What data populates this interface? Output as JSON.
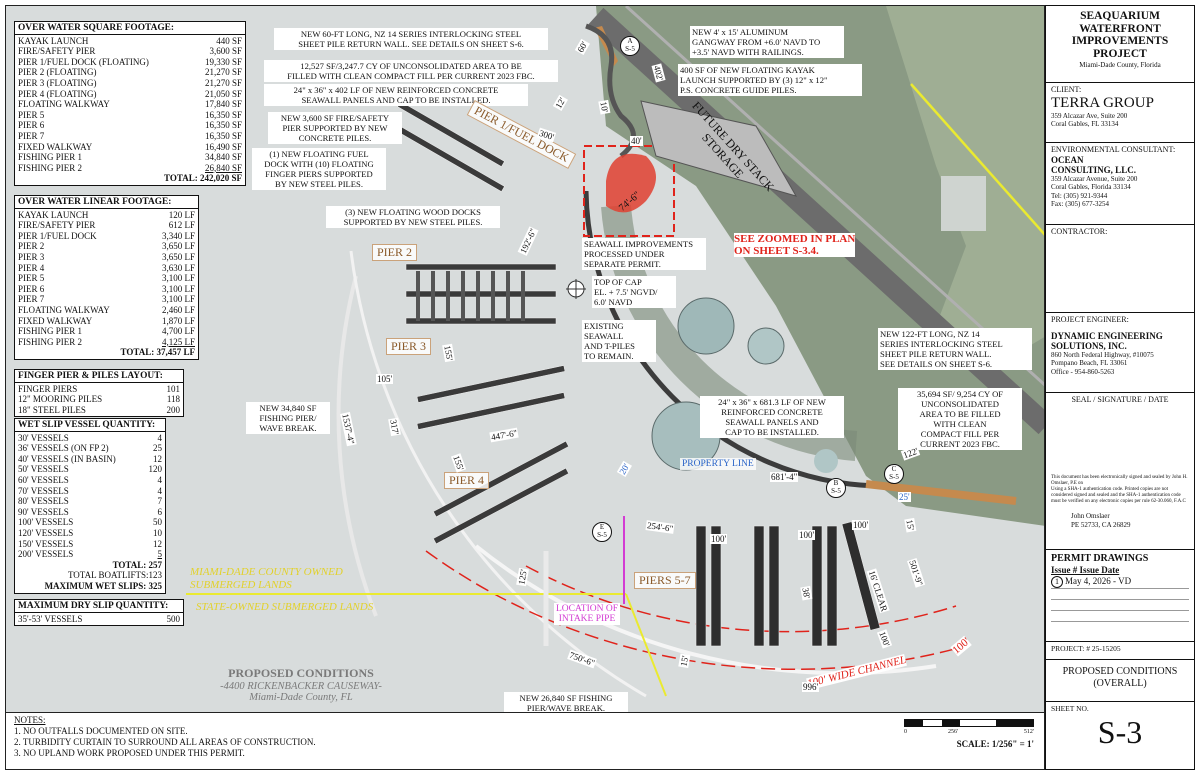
{
  "tables": {
    "square": {
      "title": "OVER WATER SQUARE FOOTAGE:",
      "rows": [
        [
          "KAYAK LAUNCH",
          "440 SF"
        ],
        [
          "FIRE/SAFETY PIER",
          "3,600 SF"
        ],
        [
          "PIER 1/FUEL DOCK (FLOATING)",
          "19,330 SF"
        ],
        [
          "PIER 2 (FLOATING)",
          "21,270 SF"
        ],
        [
          "PIER 3 (FLOATING)",
          "21,270 SF"
        ],
        [
          "PIER 4 (FLOATING)",
          "21,050 SF"
        ],
        [
          "FLOATING WALKWAY",
          "17,840 SF"
        ],
        [
          "PIER 5",
          "16,350 SF"
        ],
        [
          "PIER 6",
          "16,350 SF"
        ],
        [
          "PIER 7",
          "16,350 SF"
        ],
        [
          "FIXED WALKWAY",
          "16,490 SF"
        ],
        [
          "FISHING PIER 1",
          "34,840 SF"
        ],
        [
          "FISHING PIER 2",
          "26,840 SF"
        ]
      ],
      "total_label": "TOTAL:",
      "total_value": "242,020 SF"
    },
    "linear": {
      "title": "OVER WATER LINEAR FOOTAGE:",
      "rows": [
        [
          "KAYAK LAUNCH",
          "120 LF"
        ],
        [
          "FIRE/SAFETY PIER",
          "612 LF"
        ],
        [
          "PIER 1/FUEL DOCK",
          "3,340 LF"
        ],
        [
          "PIER 2",
          "3,650 LF"
        ],
        [
          "PIER 3",
          "3,650 LF"
        ],
        [
          "PIER 4",
          "3,630 LF"
        ],
        [
          "PIER 5",
          "3,100 LF"
        ],
        [
          "PIER 6",
          "3,100 LF"
        ],
        [
          "PIER 7",
          "3,100 LF"
        ],
        [
          "FLOATING WALKWAY",
          "2,460 LF"
        ],
        [
          "FIXED WALKWAY",
          "1,870 LF"
        ],
        [
          "FISHING PIER 1",
          "4,700 LF"
        ],
        [
          "FISHING PIER 2",
          "4,125 LF"
        ]
      ],
      "total_label": "TOTAL:",
      "total_value": "37,457 LF"
    },
    "piles": {
      "title": "FINGER PIER & PILES LAYOUT:",
      "rows": [
        [
          "FINGER PIERS",
          "101"
        ],
        [
          "12\" MOORING PILES",
          "118"
        ],
        [
          "18\" STEEL PILES",
          "200"
        ]
      ]
    },
    "wet": {
      "title": "WET SLIP VESSEL QUANTITY:",
      "rows": [
        [
          "30' VESSELS",
          "4"
        ],
        [
          "36' VESSELS (ON FP 2)",
          "25"
        ],
        [
          "40' VESSELS (IN BASIN)",
          "12"
        ],
        [
          "50' VESSELS",
          "120"
        ],
        [
          "60' VESSELS",
          "4"
        ],
        [
          "70' VESSELS",
          "4"
        ],
        [
          "80' VESSELS",
          "7"
        ],
        [
          "90' VESSELS",
          "6"
        ],
        [
          "100' VESSELS",
          "50"
        ],
        [
          "120' VESSELS",
          "10"
        ],
        [
          "150' VESSELS",
          "12"
        ],
        [
          "200' VESSELS",
          "5"
        ]
      ],
      "total_label": "TOTAL:",
      "total_value": "257",
      "boatlifts": "TOTAL BOATLIFTS:123",
      "max": "MAXIMUM WET SLIPS: 325"
    },
    "dry": {
      "title": "MAXIMUM DRY SLIP QUANTITY:",
      "rows": [
        [
          "35'-53' VESSELS",
          "500"
        ]
      ]
    }
  },
  "callouts": {
    "c1": "NEW 60-FT LONG, NZ 14 SERIES INTERLOCKING STEEL\nSHEET PILE RETURN WALL. SEE DETAILS ON SHEET S-6.",
    "c2": "12,527 SF/3,247.7 CY OF UNCONSOLIDATED AREA TO BE\nFILLED WITH CLEAN COMPACT FILL PER CURRENT 2023 FBC.",
    "c3": "24\" x 36\" x 402 LF OF NEW REINFORCED CONCRETE\nSEAWALL PANELS AND CAP TO BE INSTALLED.",
    "c4": "NEW 3,600 SF FIRE/SAFETY\nPIER SUPPORTED BY NEW\nCONCRETE PILES.",
    "c5": "(1) NEW FLOATING FUEL\nDOCK WITH (10) FLOATING\nFINGER PIERS SUPPORTED\nBY NEW STEEL PILES.",
    "c6": "(3) NEW FLOATING WOOD DOCKS\nSUPPORTED BY NEW STEEL PILES.",
    "c7": "NEW 4' x 15' ALUMINUM\nGANGWAY FROM +6.0' NAVD TO\n+3.5' NAVD WITH RAILINGS.",
    "c8": "400 SF OF NEW FLOATING KAYAK\nLAUNCH SUPPORTED BY (3) 12\" x 12\"\nP.S. CONCRETE GUIDE PILES.",
    "c9": "SEAWALL IMPROVEMENTS\nPROCESSED UNDER\nSEPARATE PERMIT.",
    "c10": "TOP OF CAP\nEL. + 7.5' NGVD/\n6.0' NAVD",
    "c11": "EXISTING\nSEAWALL\nAND T-PILES\nTO REMAIN.",
    "c12": "NEW 122-FT LONG, NZ 14\nSERIES INTERLOCKING STEEL\nSHEET PILE RETURN WALL.\nSEE DETAILS ON SHEET S-6.",
    "c13": "NEW 34,840 SF\nFISHING PIER/\nWAVE BREAK.",
    "c14": "24\" x 36\" x 681.3 LF OF NEW\nREINFORCED CONCRETE\nSEAWALL PANELS AND\nCAP TO BE INSTALLED.",
    "c15": "35,694 SF/ 9,254 CY OF\nUNCONSOLIDATED\nAREA TO BE FILLED\nWITH CLEAN\nCOMPACT FILL PER\nCURRENT 2023 FBC.",
    "c16": "NEW 26,840 SF FISHING\nPIER/WAVE BREAK."
  },
  "red_labels": {
    "zoom": "SEE ZOOMED IN PLAN\nON SHEET S-3.4.",
    "channel": "100' WIDE CHANNEL",
    "dim100": "100'",
    "dim74": "74'-6\""
  },
  "piers": {
    "p1": "PIER 1/FUEL DOCK",
    "p2": "PIER 2",
    "p3": "PIER 3",
    "p4": "PIER 4",
    "p57": "PIERS 5-7"
  },
  "misc": {
    "storage": "FUTURE DRY STACK\nSTORAGE",
    "property": "PROPERTY LINE",
    "intake": "LOCATION OF\nINTAKE PIPE",
    "md_lands": "MIAMI-DADE COUNTY OWNED\nSUBMERGED LANDS",
    "state_lands": "STATE-OWNED SUBMERGED LANDS",
    "proposed_title": "PROPOSED CONDITIONS",
    "proposed_addr": "-4400 RICKENBACKER CAUSEWAY-",
    "proposed_city": "Miami-Dade County, FL",
    "scale": "SCALE: 1/256\" = 1'",
    "scale_0": "0",
    "scale_256": "256'",
    "scale_512": "512'",
    "clear16": "16' CLEAR"
  },
  "dims": {
    "d60": "60'",
    "d402": "402'",
    "d10": "10'",
    "d12": "12'",
    "d300": "300'",
    "d40": "40'",
    "d1926": "192'-6\"",
    "d155": "155'",
    "d105": "105'",
    "d317": "317'",
    "d4476": "447'-6\"",
    "d155b": "155'",
    "d15374": "1537'-4\"",
    "d20": "20'",
    "d6814": "681'-4\"",
    "d122": "122'",
    "d25": "25'",
    "d15": "15'",
    "d100a": "100'",
    "d100b": "100'",
    "d100c": "100'",
    "d2546": "254'-6\"",
    "d125": "125'",
    "d38": "38'",
    "d100d": "100'",
    "d5019": "501'-9\"",
    "d7506": "750'-6\"",
    "d15b": "15'",
    "d996": "996'"
  },
  "markers": {
    "a": "A",
    "a_sheet": "S-5",
    "b": "B",
    "b_sheet": "S-5",
    "c": "C",
    "c_sheet": "S-5",
    "e": "E",
    "e_sheet": "S-5"
  },
  "notes": {
    "title": "NOTES:",
    "items": [
      "1.  NO OUTFALLS DOCUMENTED ON SITE.",
      "2.  TURBIDITY CURTAIN TO SURROUND ALL AREAS OF CONSTRUCTION.",
      "3.  NO UPLAND WORK PROPOSED UNDER THIS PERMIT."
    ]
  },
  "title_block": {
    "project": "SEAQUARIUM\nWATERFRONT\nIMPROVEMENTS\nPROJECT",
    "county": "Miami-Dade County, Florida",
    "client_label": "CLIENT:",
    "client": "TERRA GROUP",
    "client_addr": "359 Alcazar Ave, Suite 200\nCoral Gables, FL 33134",
    "env_label": "ENVIRONMENTAL CONSULTANT:",
    "env_name": "OCEAN\nCONSULTING, LLC.",
    "env_addr": "359 Alcazar Avenue, Suite 200\nCoral Gables, Florida 33134\nTel: (305) 921-9344\nFax: (305) 677-3254",
    "contractor_label": "CONTRACTOR:",
    "engineer_label": "PROJECT ENGINEER:",
    "engineer_name": "DYNAMIC ENGINEERING\nSOLUTIONS, INC.",
    "engineer_addr": "860 North Federal Highway, #10075\nPompano Beach, FL 33061\nOffice - 954-860-5263",
    "seal_label": "SEAL / SIGNATURE / DATE",
    "seal_text": "This document has been electronically signed and sealed by John H. Omslaer, P.E on\nUsing a SHA-1 authentication code. Printed copies are not considered signed and sealed and the SHA-1 authentication code must be verified on any electronic copies per rule 62-30.060, F.A.C",
    "pe_name": "John Omslaer",
    "pe_no": "PE 52733, CA 26829",
    "permit": "PERMIT DRAWINGS",
    "issue_hdr": "Issue #   Issue Date",
    "issue_row": "May 4, 2026 - VD",
    "issue_no": "1",
    "project_no": "PROJECT: # 25-15205",
    "sheet_title": "PROPOSED CONDITIONS\n(OVERALL)",
    "sheet_no_label": "SHEET NO.",
    "sheet_no": "S-3"
  }
}
